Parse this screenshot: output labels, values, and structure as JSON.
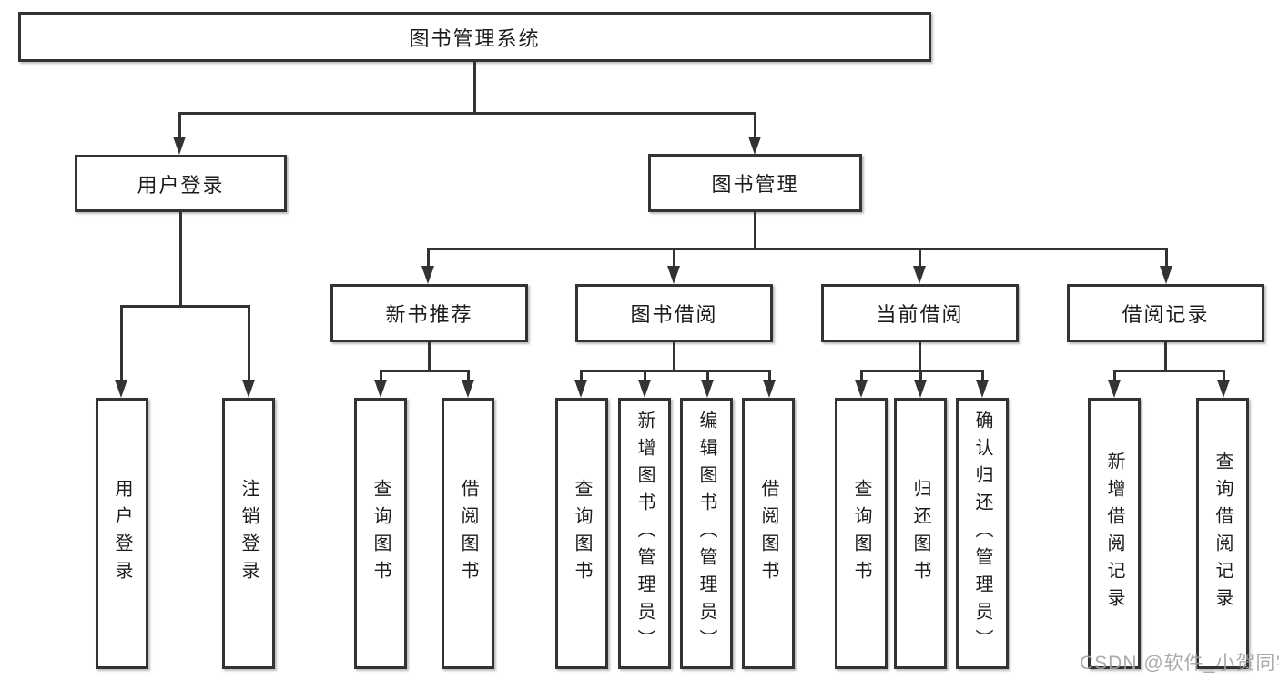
{
  "diagram": {
    "root": "图书管理系统",
    "level2": [
      "用户登录",
      "图书管理"
    ],
    "level3": [
      "新书推荐",
      "图书借阅",
      "当前借阅",
      "借阅记录"
    ],
    "leaves_user": [
      "用户登录",
      "注销登录"
    ],
    "leaves_newbook": [
      "查询图书",
      "借阅图书"
    ],
    "leaves_borrow": [
      "查询图书",
      "新增图书（管理员）",
      "编辑图书（管理员）",
      "借阅图书"
    ],
    "leaves_current": [
      "查询图书",
      "归还图书",
      "确认归还（管理员）"
    ],
    "leaves_record": [
      "新增借阅记录",
      "查询借阅记录"
    ]
  },
  "watermark": {
    "text": "CSDN @软件_小贺同学"
  },
  "colors": {
    "line": "#333333",
    "box_border": "#333333",
    "box_fill": "#ffffff",
    "text": "#1c1c1c",
    "watermark": "#a3a3a3",
    "background": "#ffffff"
  }
}
